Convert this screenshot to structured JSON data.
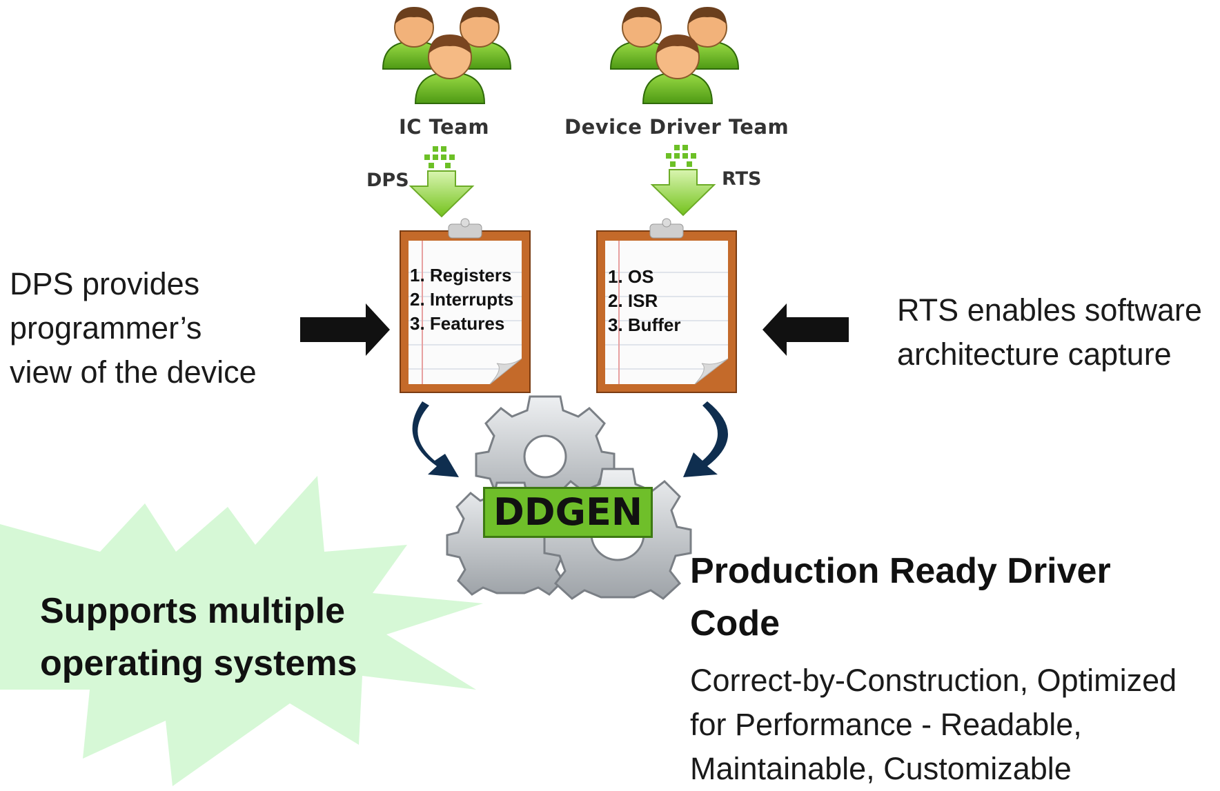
{
  "teams": {
    "ic": {
      "label": "IC Team",
      "icon": "team-people-icon"
    },
    "driver": {
      "label": "Device Driver Team",
      "icon": "team-people-icon"
    }
  },
  "flows": {
    "dps": "DPS",
    "rts": "RTS"
  },
  "clipboards": {
    "dps_items": [
      "1. Registers",
      "2. Interrupts",
      "3. Features"
    ],
    "rts_items": [
      "1. OS",
      "2. ISR",
      "3. Buffer"
    ]
  },
  "left_note": [
    "DPS provides",
    "programmer’s",
    "view of the device"
  ],
  "right_note": [
    "RTS enables software",
    "architecture capture"
  ],
  "engine": {
    "label": "DDGEN"
  },
  "starburst": [
    "Supports multiple",
    "operating systems"
  ],
  "output": {
    "title": [
      "Production Ready Driver",
      "Code"
    ],
    "subtitle": [
      "Correct-by-Construction, Optimized",
      "for Performance - Readable,",
      "Maintainable, Customizable"
    ]
  },
  "colors": {
    "green": "#6fbf2a",
    "starburst": "#d6f8d6",
    "clipboard_frame": "#c46a2a",
    "arrow_dark": "#111111",
    "curved_arrow": "#0f2e4f",
    "gear": "#c9ccd0"
  }
}
